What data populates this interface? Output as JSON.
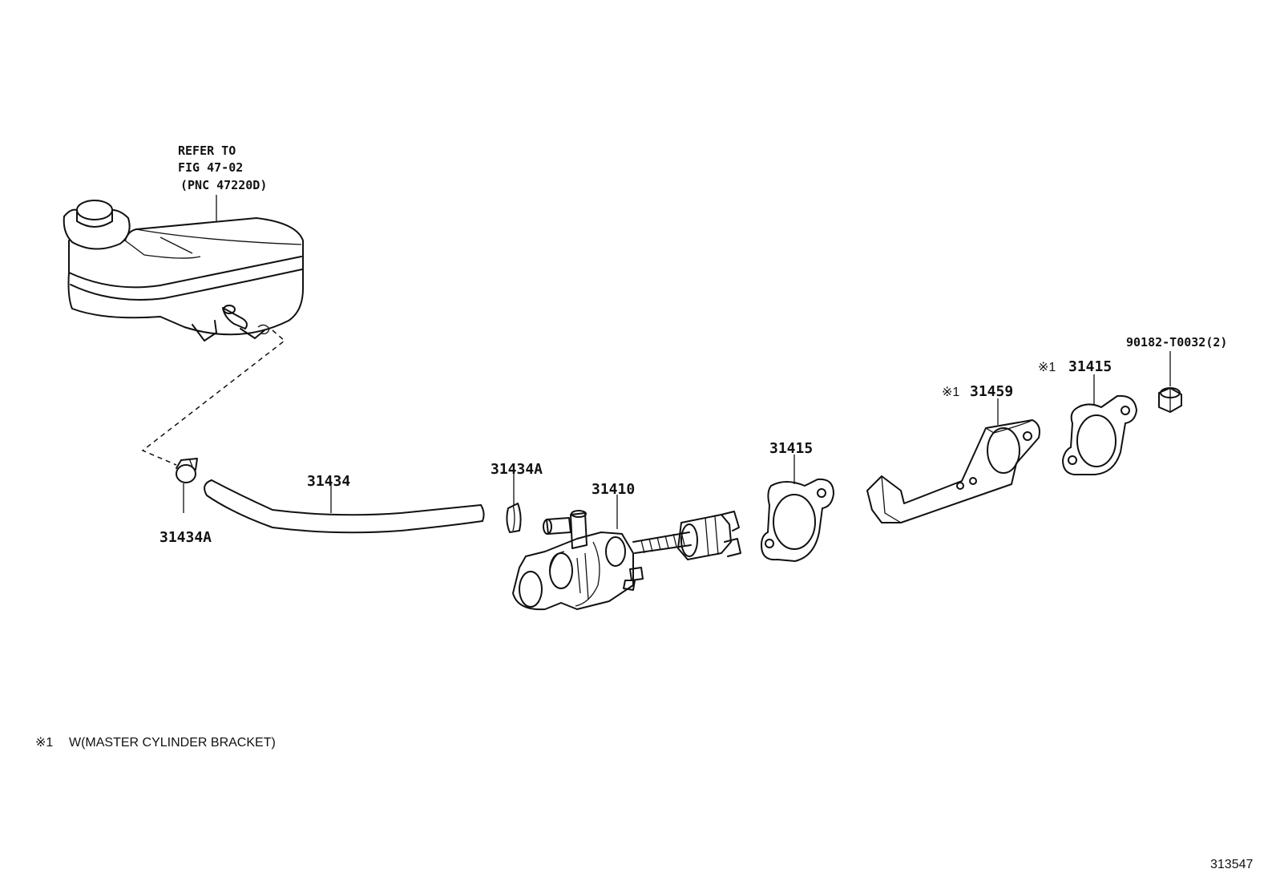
{
  "refer_note": {
    "line1": "REFER TO",
    "line2": "FIG 47-02",
    "line3": "(PNC 47220D)"
  },
  "callouts": {
    "clip_left": "31434A",
    "hose": "31434",
    "clip_right": "31434A",
    "master_cylinder": "31410",
    "gasket_center": "31415",
    "bracket_mark": "※1",
    "bracket": "31459",
    "gasket_right_mark": "※1",
    "gasket_right": "31415",
    "nut": "90182-T0032(2)"
  },
  "footnote": {
    "mark": "※1",
    "text": "W(MASTER CYLINDER BRACKET)"
  },
  "figure_id": "313547"
}
